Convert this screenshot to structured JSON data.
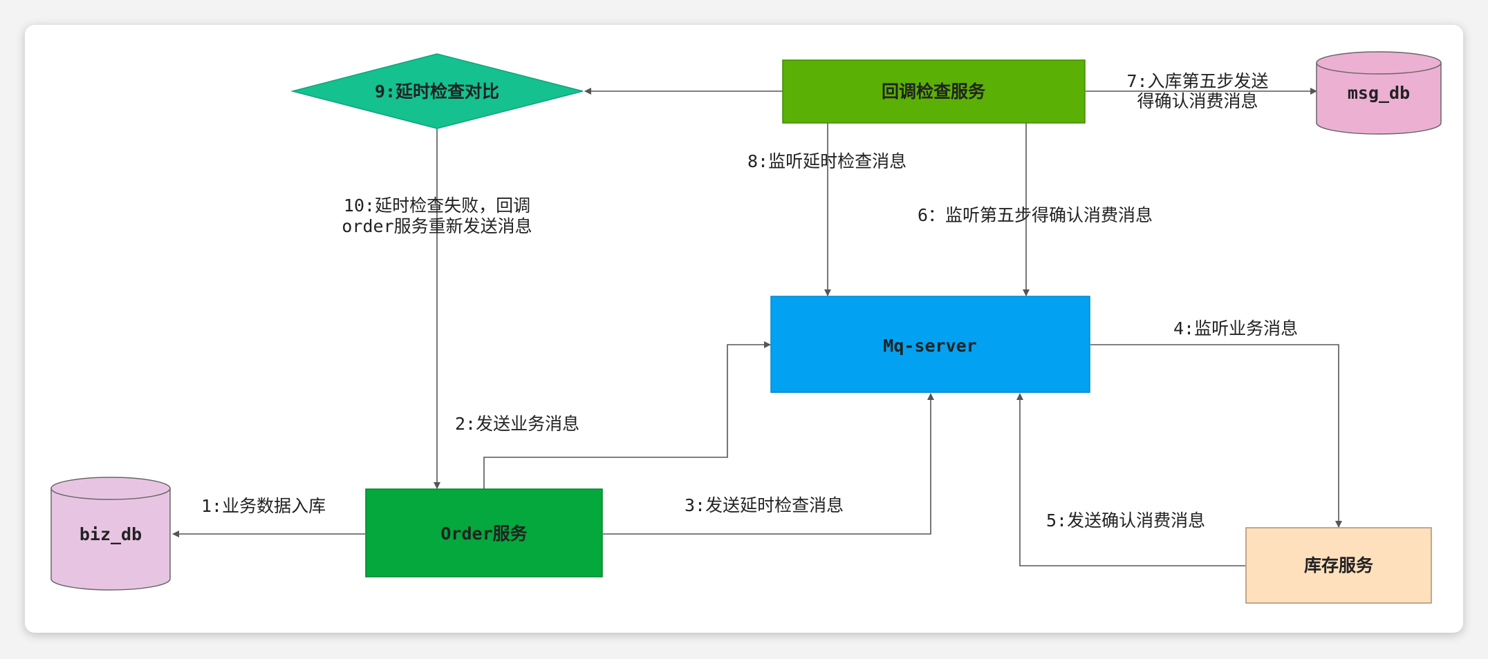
{
  "nodes": {
    "delay_check": "9:延时检查对比",
    "callback_service": "回调检查服务",
    "msg_db": "msg_db",
    "mq_server": "Mq-server",
    "biz_db": "biz_db",
    "order_service": "Order服务",
    "inventory_service": "库存服务"
  },
  "edges": {
    "e1": "1:业务数据入库",
    "e2": "2:发送业务消息",
    "e3": "3:发送延时检查消息",
    "e4": "4:监听业务消息",
    "e5": "5:发送确认消费消息",
    "e6": "6：监听第五步得确认消费消息",
    "e7_line1": "7:入库第五步发送",
    "e7_line2": "得确认消费消息",
    "e8": "8:监听延时检查消息",
    "e10_line1": "10:延时检查失败，回调",
    "e10_line2": "order服务重新发送消息"
  },
  "colors": {
    "diamond": "#14c18f",
    "callback_service": "#5ab005",
    "mq_server": "#03a1f1",
    "order_service": "#04a83c",
    "inventory_service": "#fee0bd",
    "msg_db": "#ecb0d2",
    "biz_db": "#e7c5e2",
    "edge": "#555555"
  }
}
